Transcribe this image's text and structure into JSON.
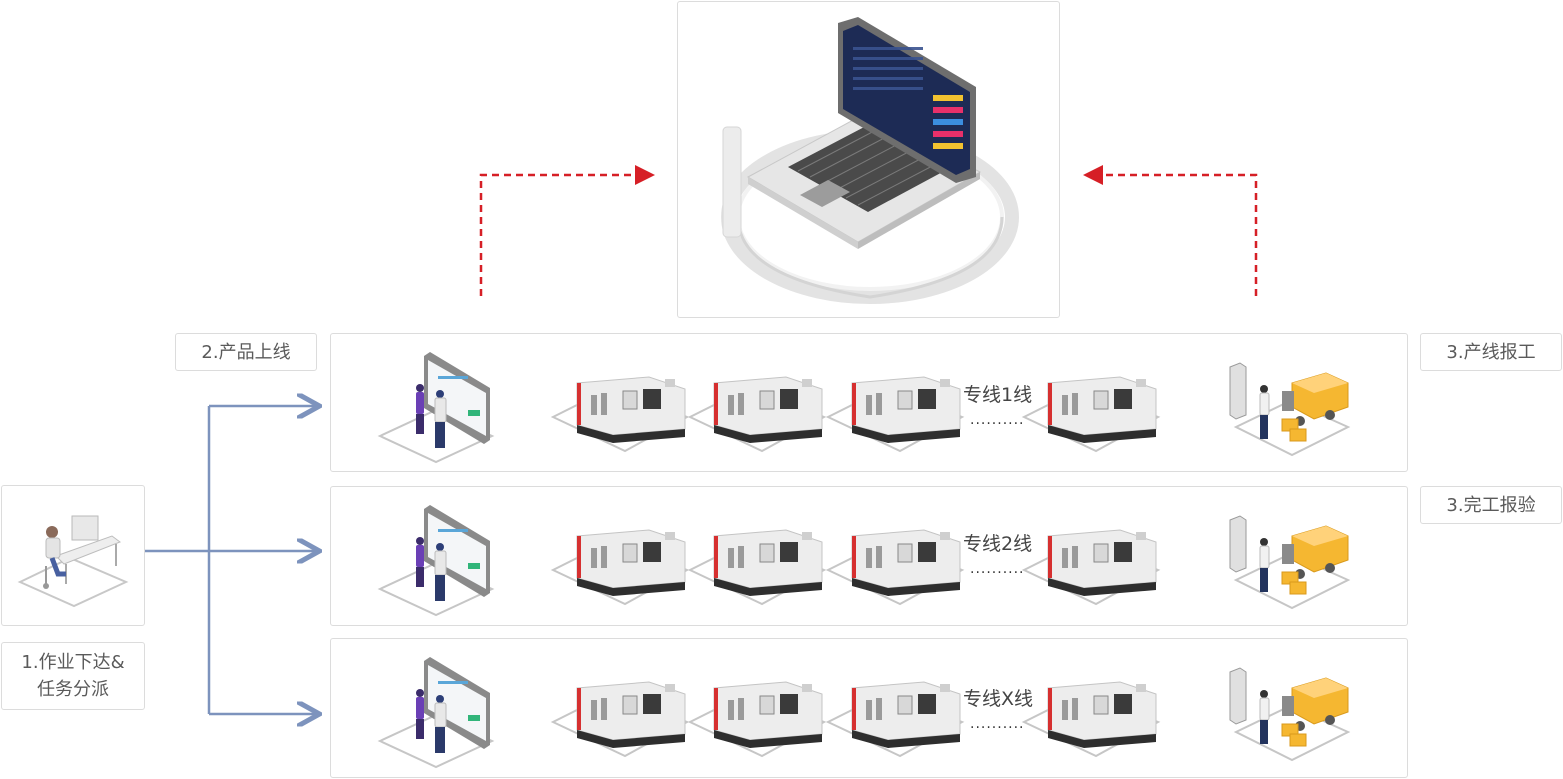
{
  "labels": {
    "dispatch": "1.作业下达&\n任务分派",
    "online": "2.产品上线",
    "line_report": "3.产线报工",
    "completion": "3.完工报验"
  },
  "lines": [
    {
      "name": "专线1线",
      "dots": ".........."
    },
    {
      "name": "专线2线",
      "dots": ".........."
    },
    {
      "name": "专线X线",
      "dots": ".........."
    }
  ],
  "icons": {
    "server": "laptop-dashboard-icon",
    "dispatcher": "desk-worker-icon",
    "board": "whiteboard-workers-icon",
    "machine": "cnc-machine-icon",
    "delivery": "delivery-truck-icon"
  },
  "colors": {
    "flow_blue": "#7d93bd",
    "feedback_red": "#d61f26",
    "machine_red": "#d63030",
    "border": "#dcdcdc"
  }
}
